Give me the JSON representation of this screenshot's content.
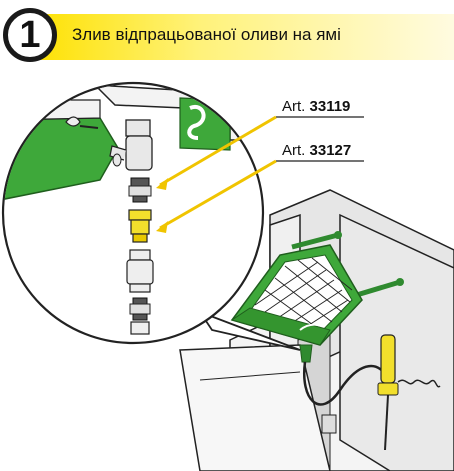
{
  "step": {
    "number": "1"
  },
  "title": "Злив відпрацьованої оливи на ямі",
  "callouts": [
    {
      "prefix": "Art.",
      "code": "33119"
    },
    {
      "prefix": "Art.",
      "code": "33127"
    }
  ],
  "colors": {
    "accent_yellow": "#fde100",
    "tray_green": "#3ea83a",
    "fitting_yellow": "#f2df2c",
    "callout_line": "#f0c400"
  }
}
